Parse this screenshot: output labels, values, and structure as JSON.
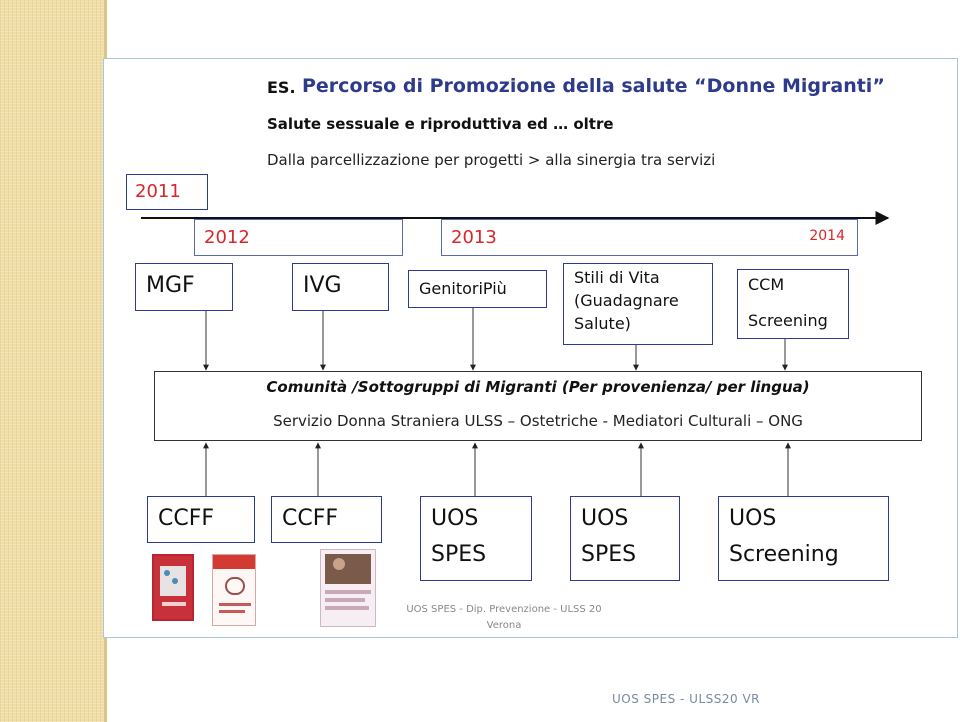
{
  "header": {
    "es_label": "ES.",
    "title": "Percorso di Promozione della salute “Donne Migranti”",
    "subtitle": "Salute sessuale e riproduttiva ed …  oltre",
    "tagline": "Dalla parcellizzazione per progetti  > alla sinergia tra servizi"
  },
  "timeline": {
    "years": [
      "2011",
      "2012",
      "2013",
      "2014"
    ]
  },
  "projects": [
    {
      "label": "MGF"
    },
    {
      "label": "IVG"
    },
    {
      "label": "GenitoriPiù"
    },
    {
      "lines": [
        "Stili di Vita",
        "(Guadagnare",
        "Salute)"
      ]
    },
    {
      "lines": [
        "CCM",
        "Screening"
      ]
    }
  ],
  "community": {
    "title": "Comunità /Sottogruppi di Migranti  (Per provenienza/ per lingua)",
    "services": "Servizio Donna Straniera ULSS – Ostetriche   - Mediatori Culturali – ONG"
  },
  "services": [
    {
      "lines": [
        "CCFF"
      ]
    },
    {
      "lines": [
        "CCFF"
      ]
    },
    {
      "lines": [
        "UOS",
        "SPES"
      ]
    },
    {
      "lines": [
        "UOS",
        "SPES"
      ]
    },
    {
      "lines": [
        "UOS",
        "Screening"
      ]
    }
  ],
  "footer": {
    "center": "UOS SPES - Dip. Prevenzione - ULSS 20 Verona",
    "page": "UOS SPES - ULSS20 VR"
  },
  "colors": {
    "title_blue": "#2e3b8a",
    "year_red": "#d8262b",
    "box_border": "#2f3a8f"
  }
}
